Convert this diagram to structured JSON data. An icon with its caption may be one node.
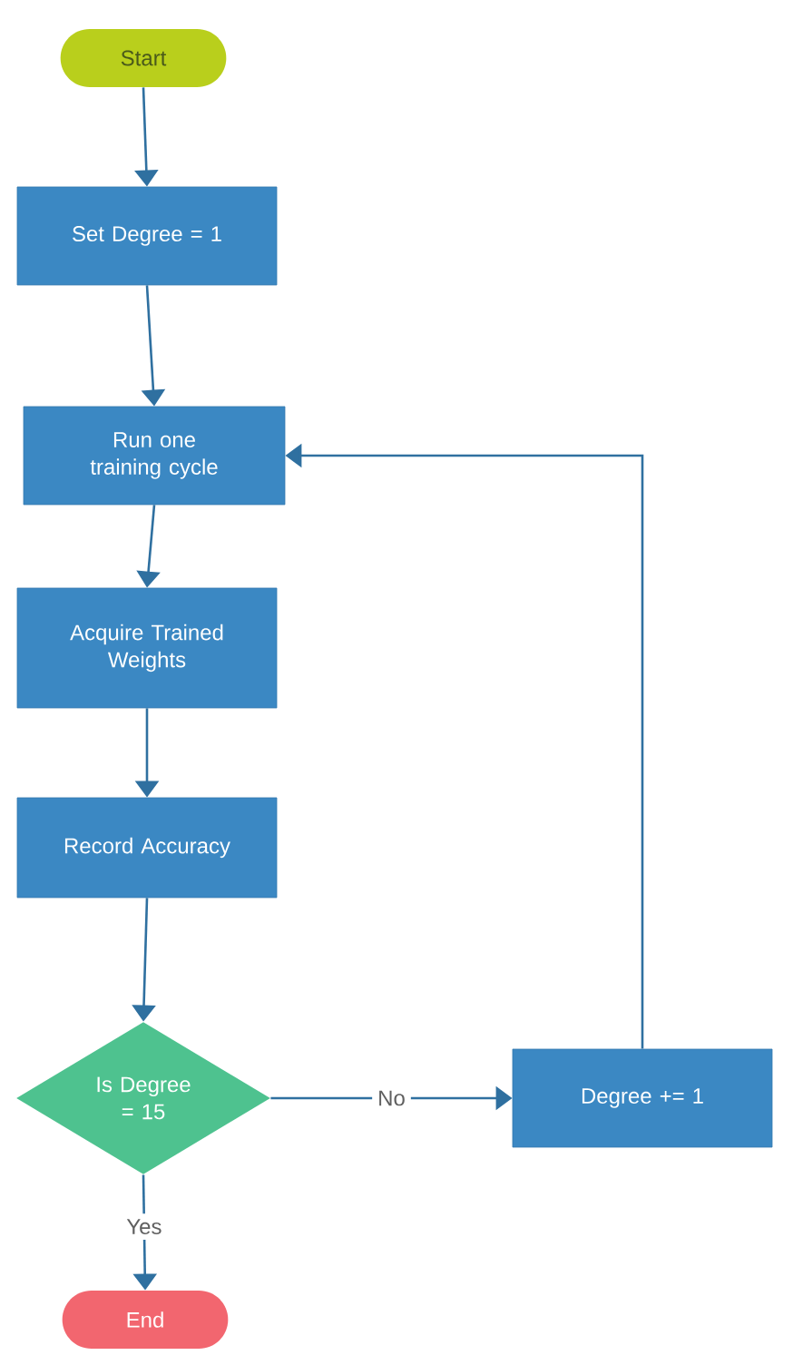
{
  "diagram": {
    "nodes": [
      {
        "text": [
          "Start"
        ]
      },
      {
        "text": [
          "Set Degree = 1"
        ]
      },
      {
        "text": [
          "Run one training cycle"
        ]
      },
      {
        "text": [
          "Acquire Trained Weights"
        ]
      },
      {
        "text": [
          "Record Accuracy"
        ]
      },
      {
        "text": [
          "Is Degree = 15"
        ]
      },
      {
        "text": [
          "Degree += 1"
        ]
      },
      {
        "text": [
          "End"
        ]
      }
    ],
    "edges": [
      {
        "from": 0,
        "to": 1,
        "arrow": "to"
      },
      {
        "from": 1,
        "to": 2,
        "arrow": "to"
      },
      {
        "from": 2,
        "to": 3,
        "arrow": "to"
      },
      {
        "from": 3,
        "to": 4,
        "arrow": "to"
      },
      {
        "from": 4,
        "to": 5,
        "arrow": "to"
      },
      {
        "from": 5,
        "to": 6,
        "arrow": "to",
        "label": "No"
      },
      {
        "from": 6,
        "to": 2,
        "arrow": "to"
      },
      {
        "from": 5,
        "to": 7,
        "arrow": "to",
        "label": "Yes"
      }
    ]
  }
}
